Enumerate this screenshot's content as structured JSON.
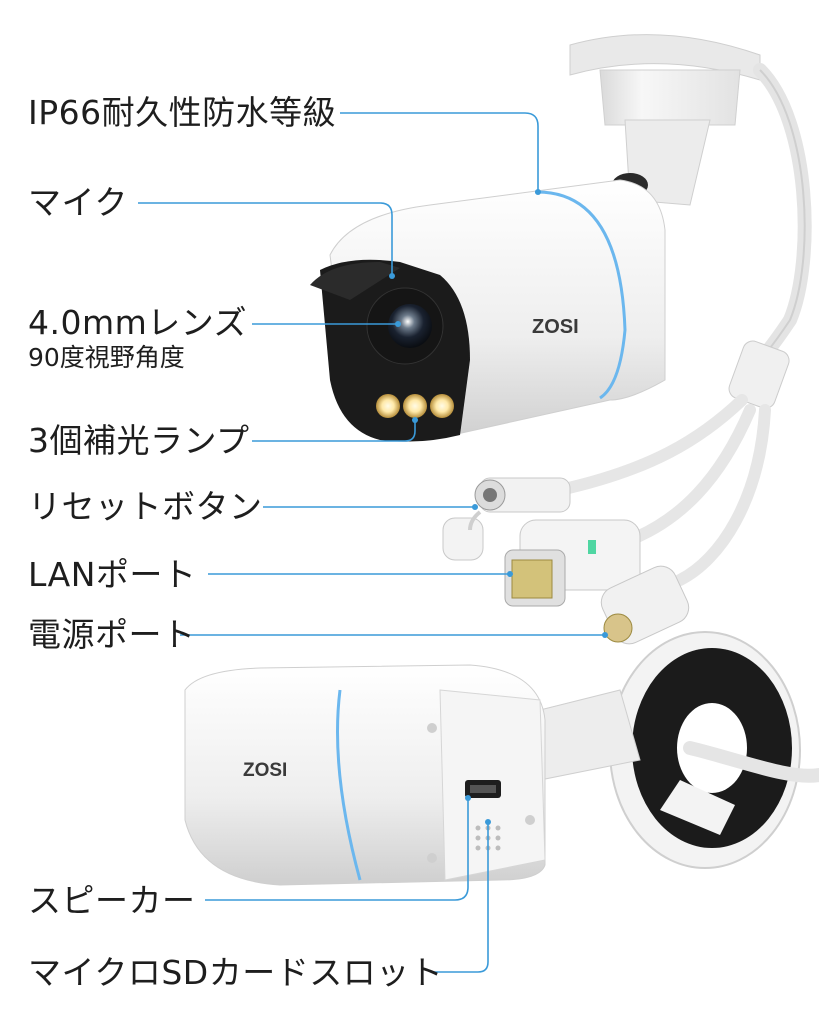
{
  "brand": "ZOSI",
  "colors": {
    "leader_line": "#3a9ad9",
    "body": "#f2f2f2",
    "accent_ring": "#4aa8e8",
    "text": "#1e1e1e"
  },
  "callouts": [
    {
      "text": "IP66耐久性防水等級"
    },
    {
      "text": "マイク"
    },
    {
      "text": "4.0mmレンズ",
      "sub": "90度視野角度"
    },
    {
      "text": "3個補光ランプ"
    },
    {
      "text": "リセットボタン"
    },
    {
      "text": "LANポート"
    },
    {
      "text": "電源ポート"
    },
    {
      "text": "スピーカー"
    },
    {
      "text": "マイクロSDカードスロット"
    }
  ]
}
